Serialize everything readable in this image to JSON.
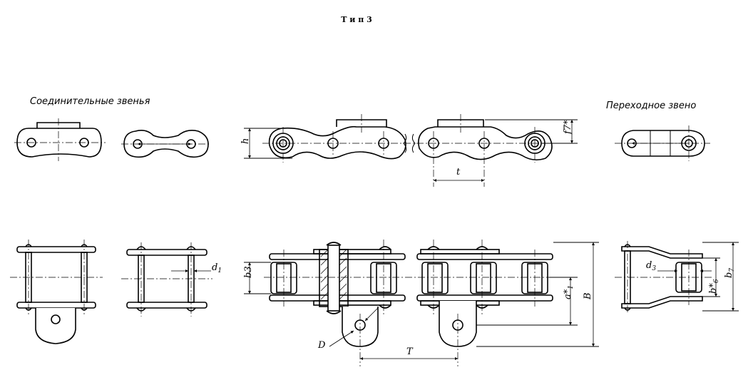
{
  "title": "Т и п 3",
  "captions": {
    "connecting_links": "Соединительные  звенья",
    "transition_link": "Переходное звено"
  },
  "dimensions": {
    "h": "h",
    "f7": "f7*",
    "t": "t",
    "d1": "d",
    "d1_sub": "1",
    "b3": "b3",
    "a1": "a*",
    "a1_sub": "1",
    "B": "B",
    "D": "D",
    "T": "T",
    "d3": "d",
    "d3_sub": "3",
    "b6": "b*",
    "b6_sub": "6",
    "b7": "b",
    "b7_sub": "7"
  }
}
